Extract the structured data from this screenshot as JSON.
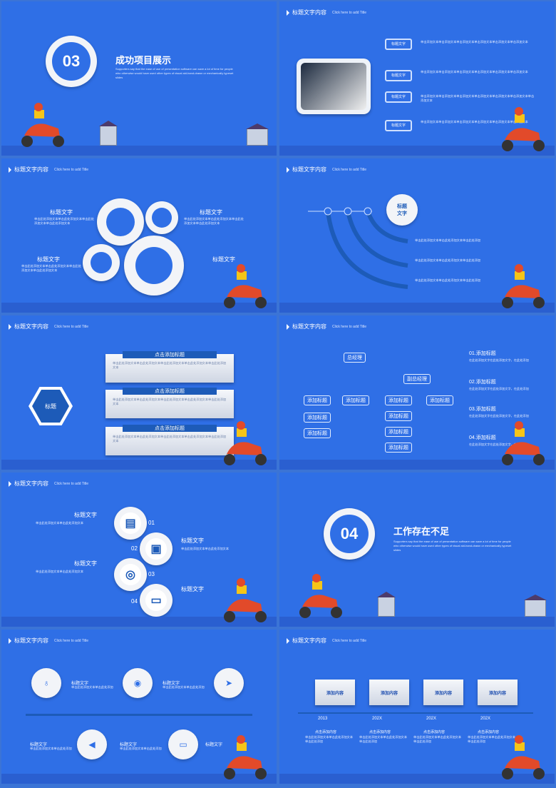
{
  "s1": {
    "num": "03",
    "title": "成功项目展示",
    "desc": "Supporters say that the ease of use of presentation software can save a lot of time for people who otherwise would have used other types of visual aid-hand-drawn or mechanically typeset slides"
  },
  "hdr": {
    "title": "标题文字内容",
    "sub": "Click here to add Title"
  },
  "s2": {
    "label": "标题文字",
    "lines": [
      "单击添加文本单击添加文本单击添加文本单击添加文本单击添加文本单击添加文本",
      "单击添加文本单击添加文本单击添加文本单击添加文本单击添加文本单击添加文本",
      "单击添加文本单击添加文本单击添加文本单击添加文本单击添加文本单击添加文本单击添加文本",
      "单击添加文本单击添加文本单击添加文本单击添加文本单击添加文本单击添加文本"
    ]
  },
  "s3": {
    "t": "标题文字",
    "line": "单击此处添加文本单击此处添加文本单击此处添加文本单击此处添加文本"
  },
  "s4": {
    "bubble": "标题\n文字",
    "line": "单击此处添加文本单击此处添加文本单击此处添加"
  },
  "s5": {
    "hex": "标题",
    "head": "点击添加标题",
    "line": "单击此处添加文本单击此处添加文本单击此处添加文本单击此处添加文本单击此处添加文本"
  },
  "s6": {
    "gm": "总经理",
    "vgm": "副总经理",
    "add": "添加标题",
    "items": [
      {
        "t": "01.添加标题",
        "d": "在此处添加文字在此处添加文字，在此处添加"
      },
      {
        "t": "02.添加标题",
        "d": "在此处添加文字在此处添加文字，在此处添加"
      },
      {
        "t": "03.添加标题",
        "d": "在此处添加文字在此处添加文字，在此处添加"
      },
      {
        "t": "04.添加标题",
        "d": "在此处添加文字在此处添加文字，在此处添加"
      }
    ]
  },
  "s7": {
    "t": "标题文字",
    "line": "单击此处添加文本单击此处添加文本",
    "nums": [
      "01",
      "02",
      "03",
      "04"
    ]
  },
  "s8": {
    "num": "04",
    "title": "工作存在不足",
    "desc": "Supporters say that the ease of use of presentation software can save a lot of time for people who otherwise would have used other types of visual aid-hand-drawn or mechanically typeset slides"
  },
  "s9": {
    "t": "标题文字",
    "line": "单击此处添加文本单击此处添加"
  },
  "s10": {
    "box": "添加内容",
    "years": [
      "2013",
      "202X",
      "202X",
      "202X"
    ],
    "it": "点击添加内容",
    "line": "单击此处添加文本单击此处添加文本单击此处添加"
  },
  "colors": {
    "bg": "#2f6fe6",
    "accent": "#1d5bb8"
  }
}
